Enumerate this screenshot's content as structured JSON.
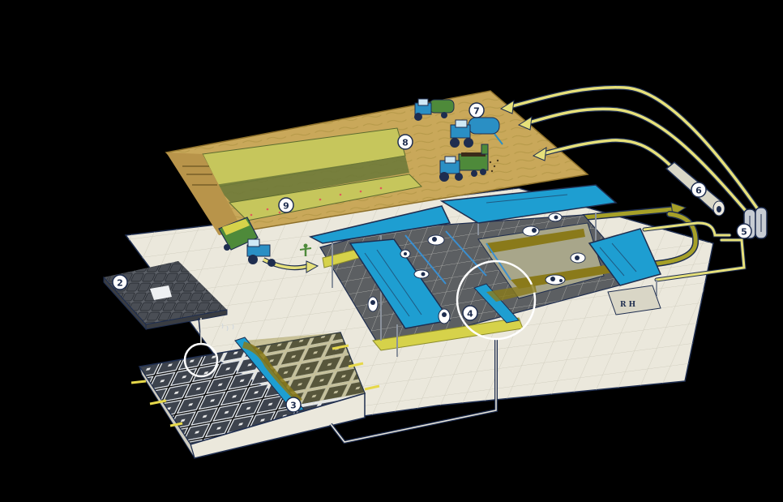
{
  "diagram": {
    "type": "isometric-illustration",
    "subject": "dairy farm manure and nutrient recycling cycle",
    "colors": {
      "background": "#000000",
      "field": "#c9a85a",
      "crop": "#bfc25a",
      "ground_plate": "#ebe8dc",
      "roof_blue": "#1e9ed1",
      "outline_navy": "#1e2d4f",
      "tractor_blue": "#2a8fc4",
      "trailer_green": "#4e8a3a",
      "manure_olive": "#8a7a1a",
      "pipe_yellow": "#e6e07a",
      "pipe_olive": "#a6a028",
      "tile_dark": "#4a4e55",
      "silo_grey": "#d9d7c7"
    },
    "callouts": [
      {
        "id": "2",
        "label": "2",
        "subject": "floor tile grid (slatted floor module)"
      },
      {
        "id": "3",
        "label": "3",
        "subject": "manure scraper on slatted floor"
      },
      {
        "id": "4",
        "label": "4",
        "subject": "barn floor scraper detail"
      },
      {
        "id": "5",
        "label": "5",
        "subject": "storage tanks"
      },
      {
        "id": "6",
        "label": "6",
        "subject": "processing cylinder"
      },
      {
        "id": "7",
        "label": "7",
        "subject": "slurry tanker spreading"
      },
      {
        "id": "8",
        "label": "8",
        "subject": "crop field"
      },
      {
        "id": "9",
        "label": "9",
        "subject": "harvested field edge"
      }
    ],
    "logo": {
      "text": "R  H"
    },
    "elements": {
      "field_vehicles": [
        "tractor with green tank",
        "tractor with blue slurry tanker",
        "tractor with green manure spreader"
      ],
      "transport": "tractor with green trailer carrying feed to barn",
      "barn": "cow barn with blue roofs, free stalls and feed lanes",
      "cows": 9,
      "farmers": 2
    }
  }
}
